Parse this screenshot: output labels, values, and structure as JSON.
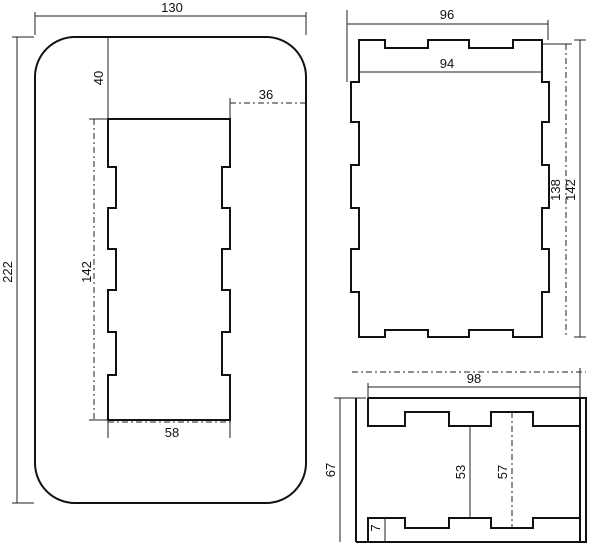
{
  "panels": {
    "base_plate": {
      "dim_width": "130",
      "dim_height": "222",
      "dim_top_offset": "40",
      "dim_side_offset": "36",
      "dim_cutout_height": "142",
      "dim_cutout_width": "58"
    },
    "side_panel": {
      "dim_outer_width": "96",
      "dim_inner_width": "94",
      "dim_inner_height": "138",
      "dim_outer_height": "142"
    },
    "end_panel": {
      "dim_width": "98",
      "dim_height": "67",
      "dim_inner_height_1": "53",
      "dim_inner_height_2": "57",
      "dim_tab": "7"
    }
  }
}
